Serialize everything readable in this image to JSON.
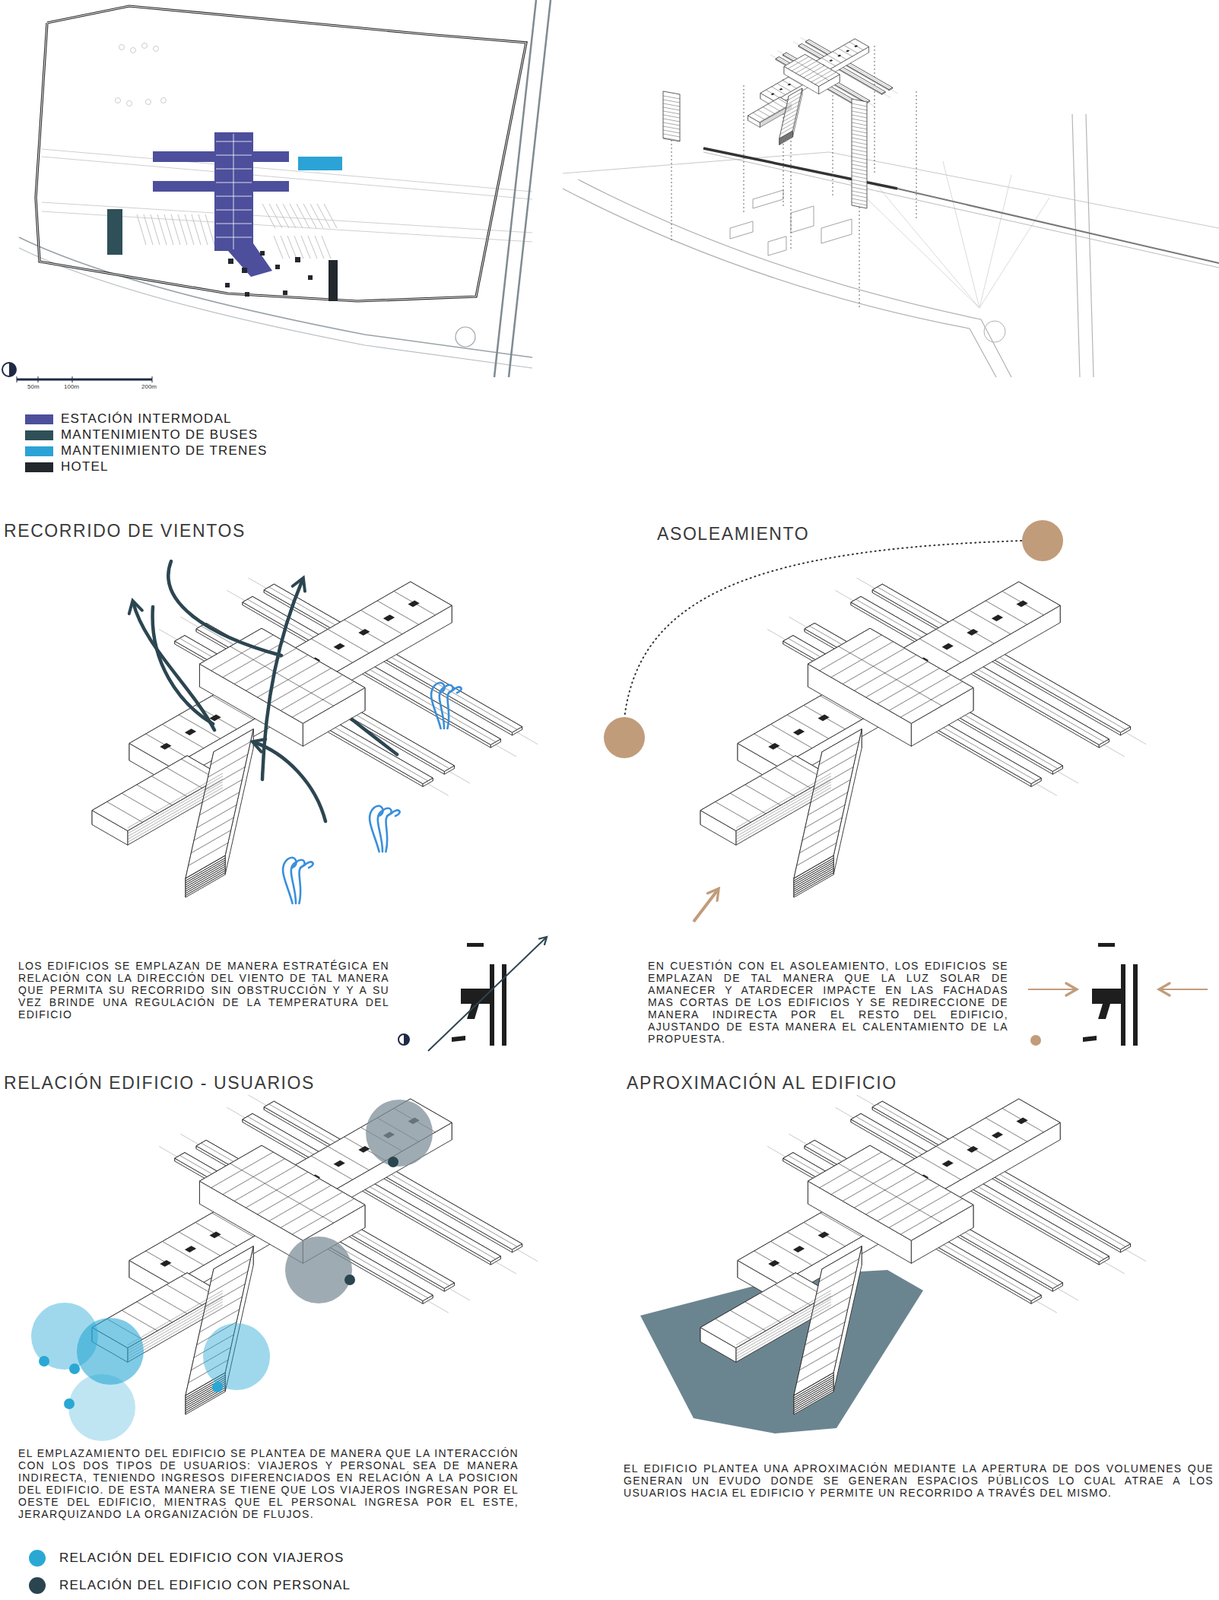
{
  "diagram": {
    "labels": [
      "50m",
      "100m",
      "200m",
      "RECORRIDO DE VIENTOS",
      "LOS EDIFICIOS SE EMPLAZAN DE MANERA ESTRATÉGICA EN RELACIÓN CON LA DIRECCIÓN DEL VIENTO DE TAL MANERA QUE PERMITA SU RECORRIDO SIN OBSTRUCCIÓN Y Y A SU VEZ BRINDE UNA REGULACIÓN DE LA TEMPERATURA DEL EDIFICIO",
      "ASOLEAMIENTO",
      "EN CUESTIÓN CON EL ASOLEAMIENTO, LOS EDIFICIOS SE EMPLAZAN DE TAL MANERA QUE LA LUZ SOLAR DE AMANECER Y ATARDECER IMPACTE EN LAS FACHADAS MAS CORTAS DE LOS EDIFICIOS Y SE REDIRECCIONE DE MANERA INDIRECTA POR EL RESTO DEL EDIFICIO, AJUSTANDO DE ESTA MANERA EL CALENTAMIENTO DE LA PROPUESTA.",
      "RELACIÓN EDIFICIO - USUARIOS",
      "EL EMPLAZAMIENTO DEL EDIFICIO SE PLANTEA DE MANERA QUE LA INTERACCIÓN CON LOS DOS TIPOS DE USUARIOS: VIAJEROS Y PERSONAL SEA DE MANERA INDIRECTA, TENIENDO INGRESOS DIFERENCIADOS EN RELACIÓN A LA POSICION DEL EDIFICIO. DE ESTA MANERA SE TIENE QUE LOS VIAJEROS INGRESAN POR EL OESTE DEL EDIFICIO, MIENTRAS QUE EL PERSONAL INGRESA POR EL ESTE, JERARQUIZANDO LA ORGANIZACIÓN DE FLUJOS.",
      "APROXIMACIÓN AL EDIFICIO",
      "EL EDIFICIO PLANTEA UNA APROXIMACIÓN MEDIANTE LA APERTURA DE DOS VOLUMENES QUE GENERAN UN EVUDO DONDE SE GENERAN ESPACIOS PÚBLICOS LO CUAL ATRAE A LOS USUARIOS HACIA EL EDIFICIO Y PERMITE UN RECORRIDO A TRAVÉS DEL MISMO."
    ],
    "legend": [
      {
        "text": "ESTACIÓN INTERMODAL",
        "color": "#4d4f9c"
      },
      {
        "text": "MANTENIMIENTO DE BUSES",
        "color": "#2f5058"
      },
      {
        "text": "MANTENIMIENTO DE TRENES",
        "color": "#2ba3d6"
      },
      {
        "text": "HOTEL",
        "color": "#23272e"
      },
      {
        "text": "RELACIÓN DEL EDIFICIO CON VIAJEROS",
        "color": "#2aa8d4"
      },
      {
        "text": "RELACIÓN DEL EDIFICIO CON PERSONAL",
        "color": "#2b4550"
      }
    ]
  }
}
